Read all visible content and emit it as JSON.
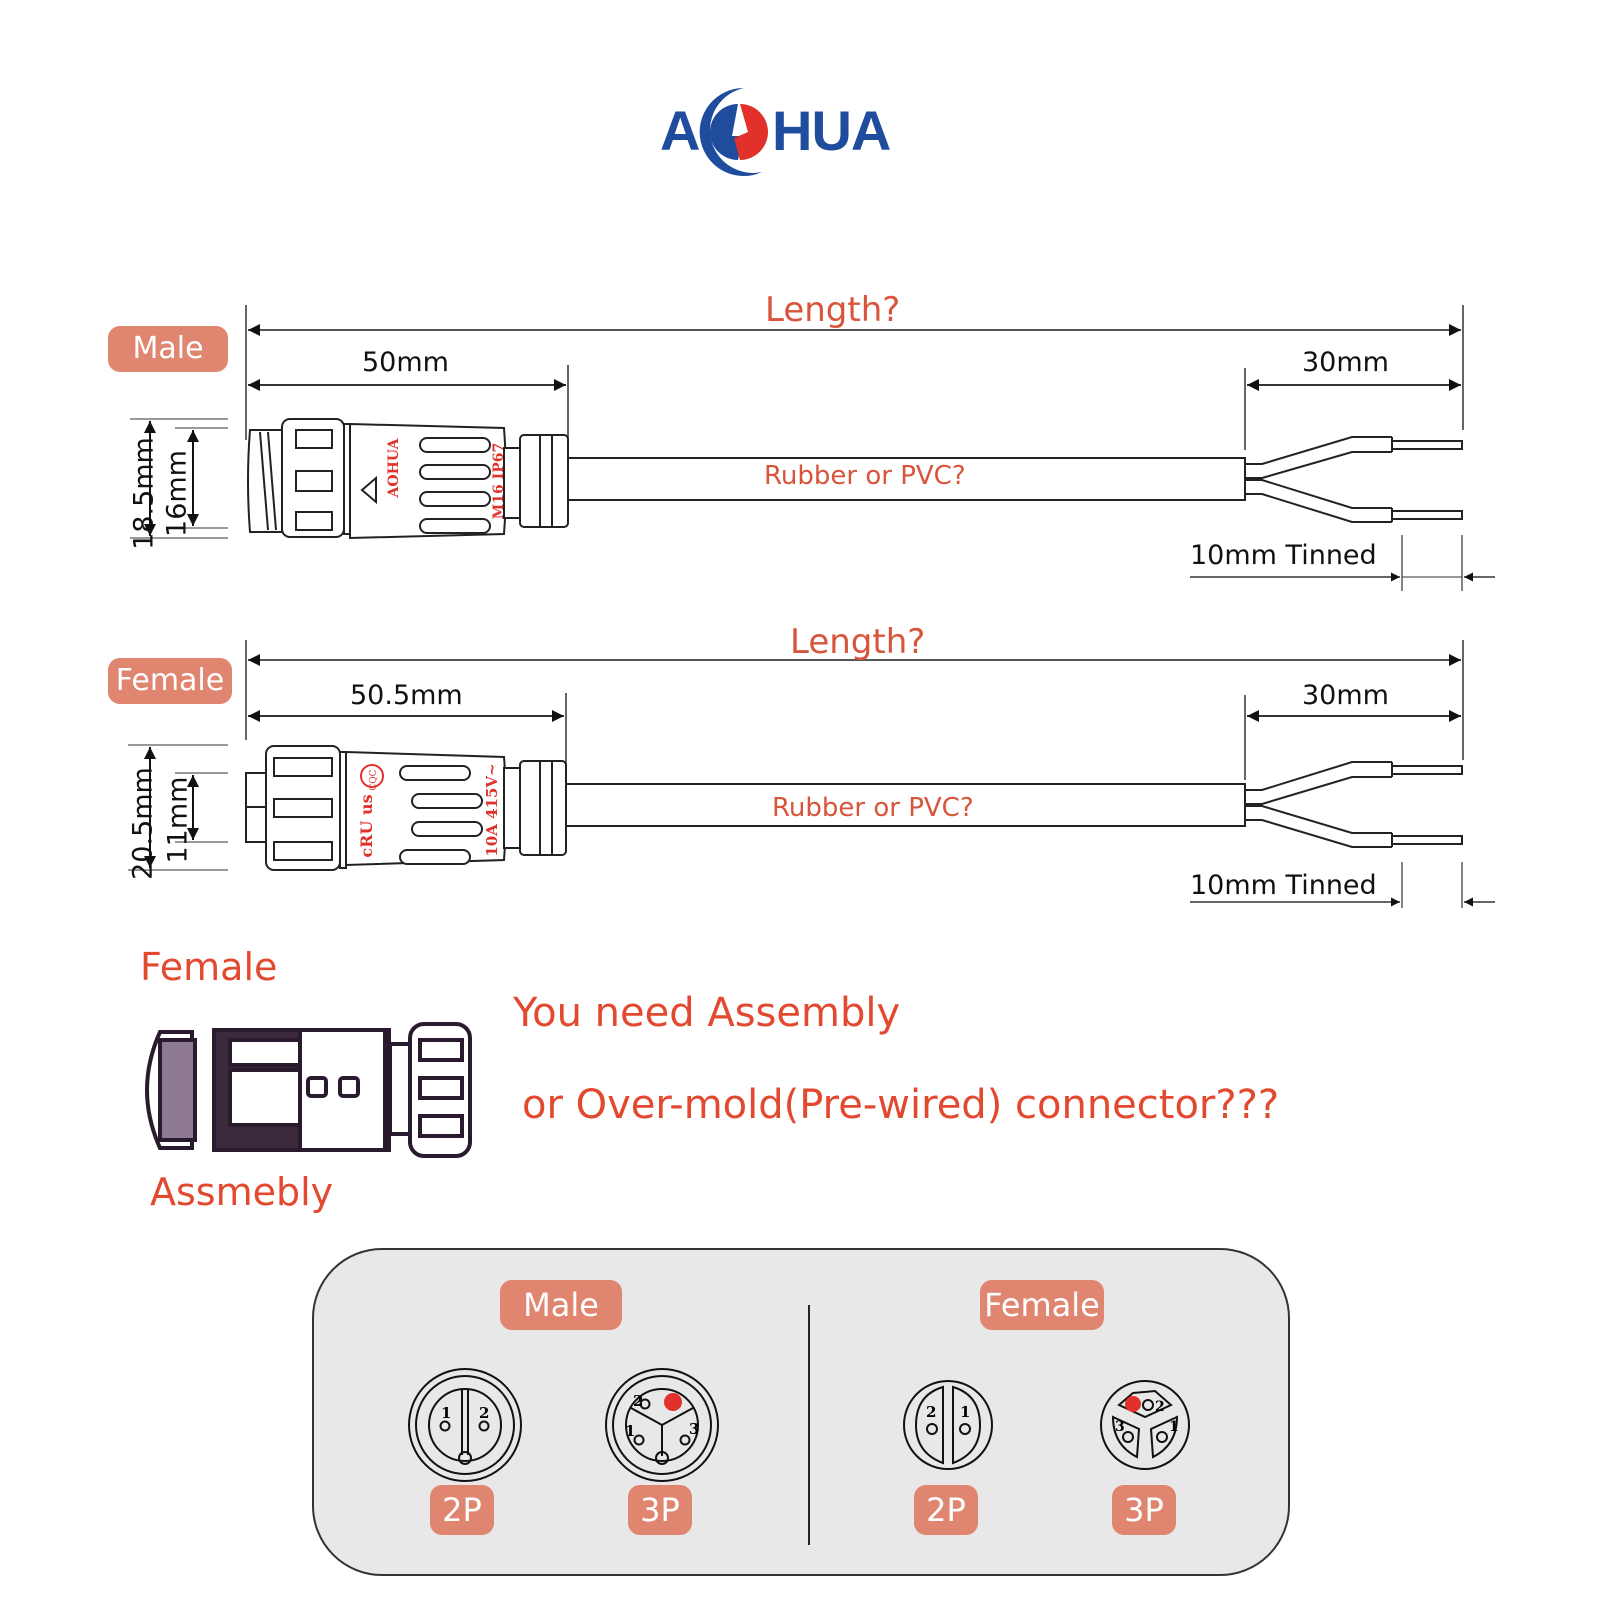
{
  "brand": {
    "name_left": "A",
    "name_right": "HUA",
    "colors": {
      "blue": "#1f4c9c",
      "red": "#e2302a"
    }
  },
  "colors": {
    "badge": "#df8570",
    "question_text": "#d8553c",
    "assembly_text": "#e2492f",
    "panel_bg": "#e8e8e8"
  },
  "male_drawing": {
    "badge": "Male",
    "total_length": "Length?",
    "connector_length": "50mm",
    "strip_length": "30mm",
    "outer_diameter": "18.5mm",
    "inner_diameter": "16mm",
    "cable_material": "Rubber or PVC?",
    "tinned_length": "10mm Tinned",
    "body_marking_brand": "AOHUA",
    "body_marking_spec": "M16 IP67"
  },
  "female_drawing": {
    "badge": "Female",
    "total_length": "Length?",
    "connector_length": "50.5mm",
    "strip_length": "30mm",
    "outer_diameter": "20.5mm",
    "inner_diameter": "11mm",
    "cable_material": "Rubber or PVC?",
    "tinned_length": "10mm Tinned",
    "body_marking_cert": "CQC",
    "body_marking_rating": "10A 415V~"
  },
  "assembly": {
    "top_label": "Female",
    "bottom_label": "Assmebly",
    "question_line1": "You need Assembly",
    "question_line2": "or Over-mold(Pre-wired) connector???"
  },
  "pin_panel": {
    "male": {
      "badge": "Male",
      "layouts": [
        {
          "label": "2P",
          "pins": [
            "1",
            "2"
          ]
        },
        {
          "label": "3P",
          "pins": [
            "1",
            "2",
            "3"
          ],
          "ground": true
        }
      ]
    },
    "female": {
      "badge": "Female",
      "layouts": [
        {
          "label": "2P",
          "pins": [
            "2",
            "1"
          ]
        },
        {
          "label": "3P",
          "pins": [
            "3",
            "2",
            "1"
          ],
          "ground": true
        }
      ]
    }
  }
}
